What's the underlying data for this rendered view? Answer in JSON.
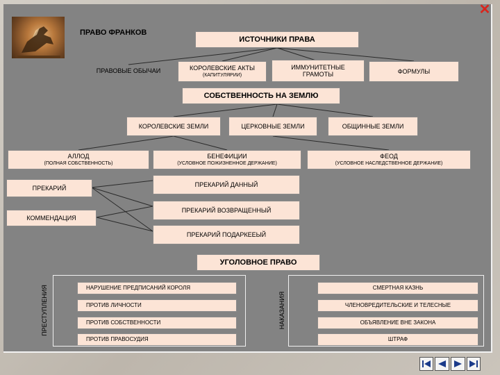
{
  "title": "ПРАВО ФРАНКОВ",
  "sources": {
    "header": "ИСТОЧНИКИ ПРАВА",
    "customs": "ПРАВОВЫЕ ОБЫЧАИ",
    "royal_acts": "КОРОЛЕВСКИЕ АКТЫ",
    "royal_acts_sub": "(КАПИТУЛЯРИИ)",
    "immunity_line1": "ИММУНИТЕТНЫЕ",
    "immunity_line2": "ГРАМОТЫ",
    "formulas": "ФОРМУЛЫ"
  },
  "land": {
    "header": "СОБСТВЕННОСТЬ НА ЗЕМЛЮ",
    "royal": "КОРОЛЕВСКИЕ ЗЕМЛИ",
    "church": "ЦЕРКОВНЫЕ ЗЕМЛИ",
    "communal": "ОБЩИННЫЕ ЗЕМЛИ",
    "allod": "АЛЛОД",
    "allod_sub": "(ПОЛНАЯ СОБСТВЕННОСТЬ)",
    "benefice": "БЕНЕФИЦИИ",
    "benefice_sub": "(УСЛОВНОЕ ПОЖИЗНЕННОЕ ДЕРЖАНИЕ)",
    "feud": "ФЕОД",
    "feud_sub": "(УСЛОВНОЕ НАСЛЕДСТВЕННОЕ ДЕРЖАНИЕ)",
    "precarium": "ПРЕКАРИЙ",
    "commendation": "КОММЕНДАЦИЯ",
    "precarium_given": "ПРЕКАРИЙ ДАННЫЙ",
    "precarium_returned": "ПРЕКАРИЙ ВОЗВРАЩЕННЫЙ",
    "precarium_gifted": "ПРЕКАРИЙ ПОДАРКЕЕЫЙ"
  },
  "criminal": {
    "header": "УГОЛОВНОЕ ПРАВО",
    "crimes_label": "ПРЕСТУПЛЕНИЯ",
    "crimes": [
      "НАРУШЕНИЕ ПРЕДПИСАНИЙ КОРОЛЯ",
      "ПРОТИВ ЛИЧНОСТИ",
      "ПРОТИВ СОБСТВЕННОСТИ",
      "ПРОТИВ ПРАВОСУДИЯ"
    ],
    "punishments_label": "НАКАЗАНИЯ",
    "punishments": [
      "СМЕРТНАЯ КАЗНЬ",
      "ЧЛЕНОВРЕДИТЕЛЬСКИЕ И ТЕЛЕСНЫЕ",
      "ОБЪЯВЛЕНИЕ ВНЕ ЗАКОНА",
      "ШТРАФ"
    ]
  },
  "controls": {
    "close": "✕"
  },
  "colors": {
    "box_fill": "#fce4d6",
    "slide_bg": "#838383",
    "close_red": "#d9251c"
  }
}
